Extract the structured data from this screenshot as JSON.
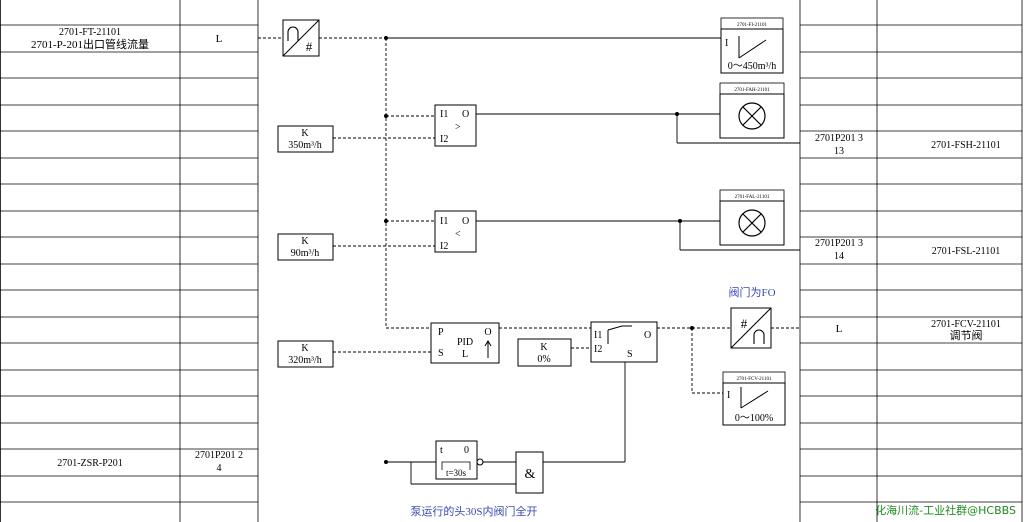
{
  "inputs": {
    "flow_tag": "2701-FT-21101",
    "flow_desc": "2701-P-201出口管线流量",
    "flow_signal": "L",
    "zsr_tag": "2701-ZSR-P201",
    "zsr_terminal_line1": "2701P201 2",
    "zsr_terminal_line2": "4"
  },
  "outputs": {
    "fsh_terminal_line1": "2701P201 3",
    "fsh_terminal_line2": "13",
    "fsh_tag": "2701-FSH-21101",
    "fsl_terminal_line1": "2701P201 3",
    "fsl_terminal_line2": "14",
    "fsl_tag": "2701-FSL-21101",
    "fcv_signal": "L",
    "fcv_tag": "2701-FCV-21101",
    "fcv_desc": "调节阀"
  },
  "blocks": {
    "converter_in_symbol": "#",
    "k_high_label": "K",
    "k_high_value": "350m³/h",
    "k_low_label": "K",
    "k_low_value": "90m³/h",
    "k_sp_label": "K",
    "k_sp_value": "320m³/h",
    "k_zero_label": "K",
    "k_zero_value": "0%",
    "cmp_i1": "I1",
    "cmp_o": "O",
    "cmp_i2": "I2",
    "cmp_gt": ">",
    "cmp_lt": "<",
    "pid_p": "P",
    "pid_s": "S",
    "pid_name": "PID",
    "pid_l": "L",
    "pid_o": "O",
    "sw_i1": "I1",
    "sw_i2": "I2",
    "sw_o": "O",
    "sw_s": "S",
    "timer_t": "t",
    "timer_zero": "0",
    "timer_preset": "t=30s",
    "and_symbol": "&",
    "fo_note": "阀门为FO",
    "converter_out_symbol": "#",
    "pump_note": "泵运行的头30S内阀门全开"
  },
  "displays": {
    "fi_tag": "2701-FI-21101",
    "fi_i": "I",
    "fi_range": "0～450m³/h",
    "fah_tag": "2701-FAH-21101",
    "fal_tag": "2701-FAL-21101",
    "fcv_disp_tag": "2701-FCV-21101",
    "fcv_i": "I",
    "fcv_range": "0～100%"
  },
  "watermark": "化海川流-工业社群@HCBBS",
  "colors": {
    "line": "#000000",
    "note": "#3a49b5",
    "watermark": "#1f8a1f"
  }
}
